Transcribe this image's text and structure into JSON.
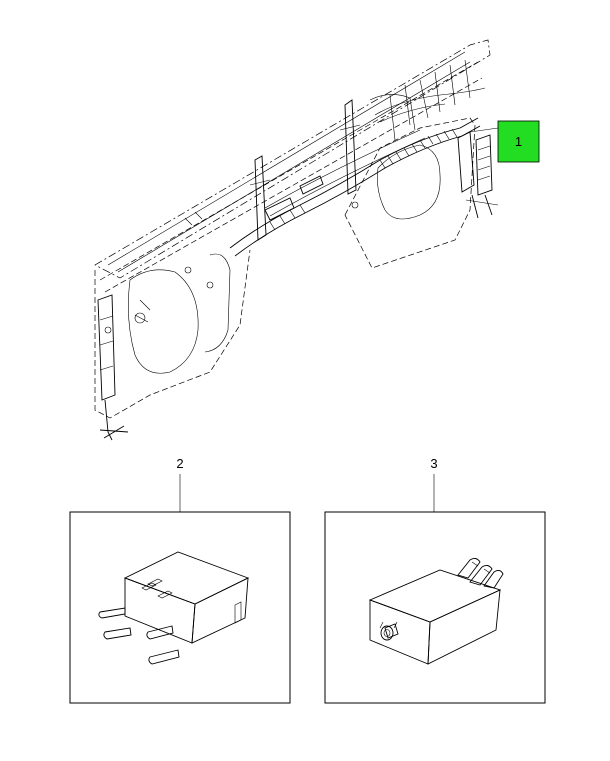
{
  "callouts": [
    {
      "id": "1",
      "label": "1",
      "highlight_color": "#22dd22"
    },
    {
      "id": "2",
      "label": "2"
    },
    {
      "id": "3",
      "label": "3"
    }
  ],
  "colors": {
    "line": "#000000",
    "background": "#ffffff",
    "highlight": "#22dd22"
  }
}
